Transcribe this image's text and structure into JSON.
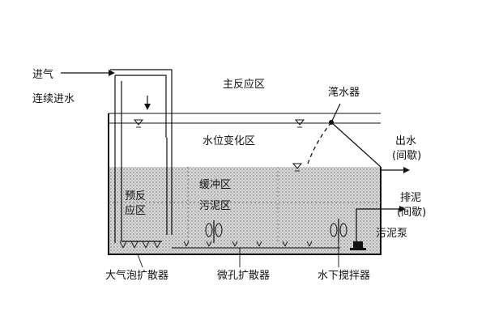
{
  "labels": {
    "air_inlet": "进气",
    "continuous_inflow": "连续进水",
    "main_reaction_zone": "主反应区",
    "decanter": "滗水器",
    "water_level_zone": "水位变化区",
    "outflow": "出水",
    "outflow_note": "(间歇)",
    "buffer_zone": "缓冲区",
    "sludge_zone": "污泥区",
    "pre_reaction_zone_1": "预反",
    "pre_reaction_zone_2": "应区",
    "sludge_discharge": "排泥",
    "sludge_discharge_note": "(间歇)",
    "sludge_pump": "污泥泵",
    "coarse_diffuser": "大气泡扩散器",
    "micro_diffuser": "微孔扩散器",
    "submersible_mixer": "水下搅拌器"
  },
  "colors": {
    "stroke": "#111111",
    "sludge_fill": "#c9c9c9",
    "background": "#ffffff"
  }
}
